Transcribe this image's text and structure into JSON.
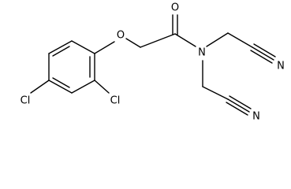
{
  "molecule": {
    "atoms": {
      "oxygen_ether": "O",
      "oxygen_carbonyl": "O",
      "nitrogen_amide": "N",
      "nitrogen_nitrile_top": "N",
      "nitrogen_nitrile_bottom": "N",
      "chlorine_para": "Cl",
      "chlorine_ortho": "Cl"
    }
  }
}
